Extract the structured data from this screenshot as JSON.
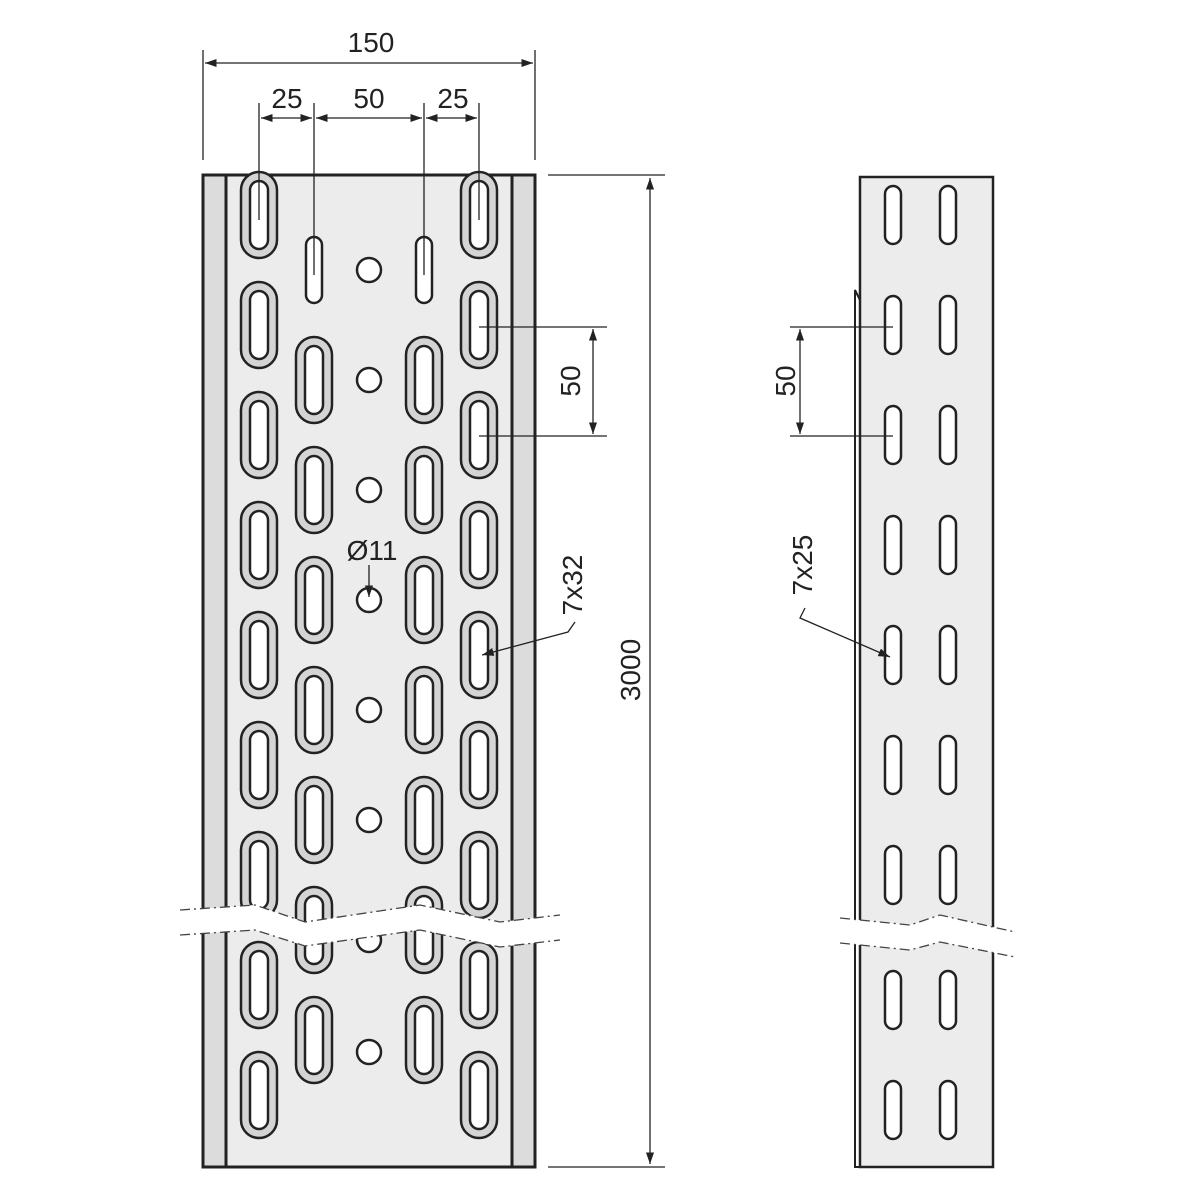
{
  "front_view": {
    "dimensions": {
      "overall_width": "150",
      "slot_offset_left": "25",
      "slot_spacing_center": "50",
      "slot_offset_right": "25",
      "length": "3000",
      "slot_pitch": "50",
      "hole_diameter": "Ø11",
      "slot_size": "7x32"
    }
  },
  "side_view": {
    "dimensions": {
      "slot_pitch": "50",
      "slot_size": "7x25"
    }
  },
  "colors": {
    "line": "#222222",
    "fill": "#ececec",
    "flange": "#dcdcdc",
    "slot_rim": "#d4d4d4"
  }
}
